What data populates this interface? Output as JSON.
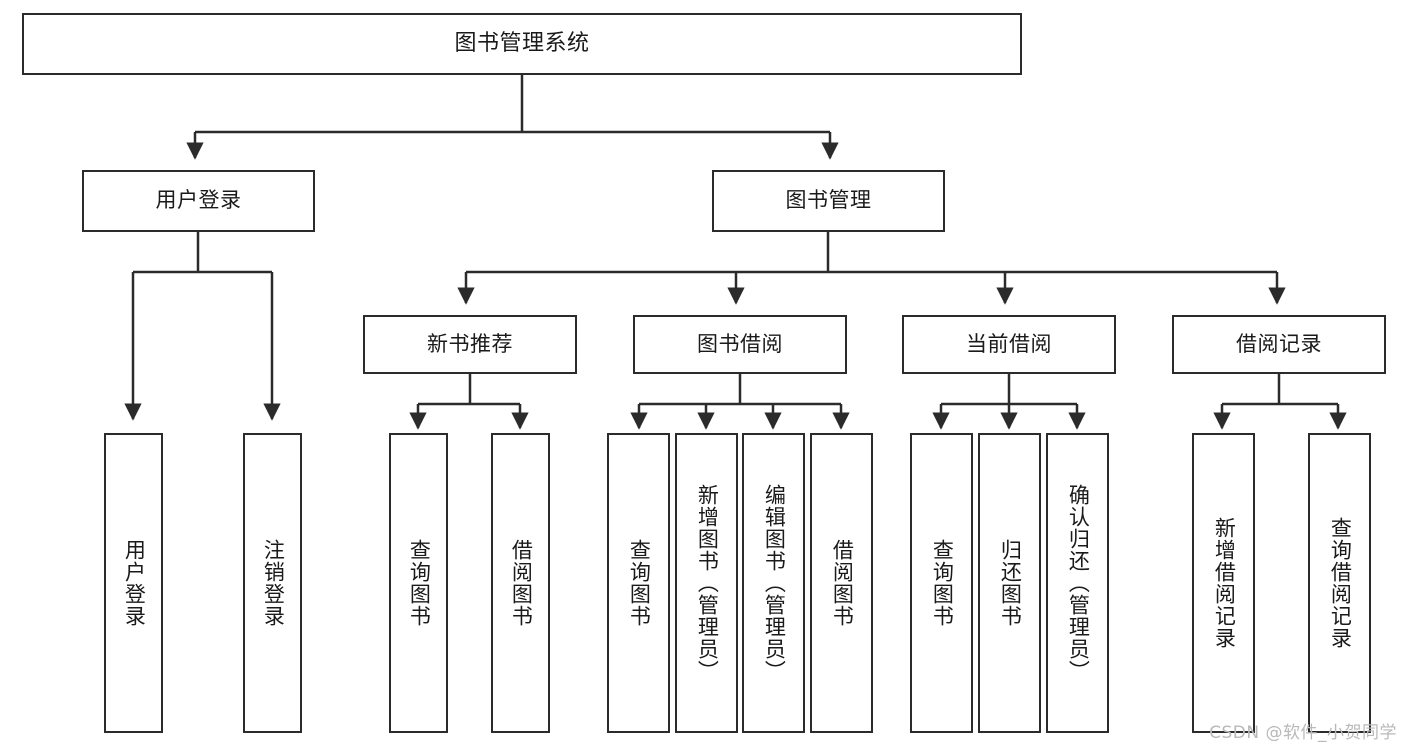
{
  "diagram": {
    "type": "tree-hierarchy-chart",
    "title": "图书管理系统",
    "line_color": "#2b2b2b",
    "box_fill": "#ffffff",
    "text_color": "#1a1a1a"
  },
  "root": {
    "label": "图书管理系统"
  },
  "level2": [
    {
      "label": "用户登录"
    },
    {
      "label": "图书管理"
    }
  ],
  "level3": [
    {
      "label": "新书推荐"
    },
    {
      "label": "图书借阅"
    },
    {
      "label": "当前借阅"
    },
    {
      "label": "借阅记录"
    }
  ],
  "leaves": {
    "user_login": [
      {
        "label": "用户登录"
      },
      {
        "label": "注销登录"
      }
    ],
    "new_book_recommend": [
      {
        "label": "查询图书"
      },
      {
        "label": "借阅图书"
      }
    ],
    "book_borrow": [
      {
        "label": "查询图书"
      },
      {
        "label": "新增图书（管理员）"
      },
      {
        "label": "编辑图书（管理员）"
      },
      {
        "label": "借阅图书"
      }
    ],
    "current_borrow": [
      {
        "label": "查询图书"
      },
      {
        "label": "归还图书"
      },
      {
        "label": "确认归还（管理员）"
      }
    ],
    "borrow_record": [
      {
        "label": "新增借阅记录"
      },
      {
        "label": "查询借阅记录"
      }
    ]
  },
  "watermark": {
    "text": "CSDN @软件_小贺同学"
  }
}
